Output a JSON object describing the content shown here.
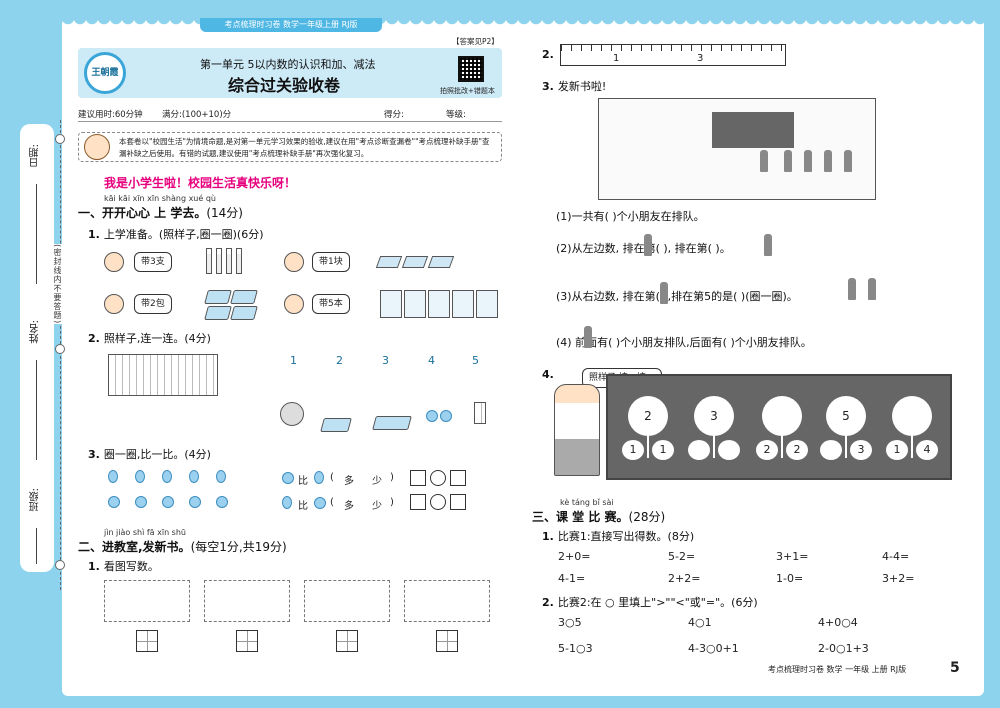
{
  "header": {
    "bar_text": "考点梳理时习卷  数学一年级上册  RJ版",
    "answer_tag": "【答案见P2】"
  },
  "logo": {
    "text": "王朝霞"
  },
  "title": {
    "unit": "第一单元    5以内数的认识和加、减法",
    "main": "综合过关验收卷"
  },
  "qr_label": "拍照批改+错题本",
  "meta": {
    "time": "建议用时:60分钟",
    "score_total": "满分:(100+10)分",
    "score": "得分:",
    "grade": "等级:"
  },
  "intro": "本套卷以\"校园生活\"为情境命题,是对第一单元学习效果的验收,建议在用\"考点诊断查漏卷\"\"考点梳理补缺手册\"查漏补缺之后使用。有错的试题,建议使用\"考点梳理补缺手册\"再次强化复习。",
  "binding": {
    "date": "日期:",
    "name": "姓名:",
    "class": "班级:",
    "cut_text": "(密封线内不要答题)"
  },
  "subheading": "我是小学生啦！校园生活真快乐呀！",
  "section1": {
    "pinyin": "kāi kāi xīn xīn shàng xué qù",
    "label": "一、开开心心 上 学去。",
    "score": "(14分)"
  },
  "q1_1": {
    "num": "1.",
    "text": "上学准备。(照样子,圈一圈)(6分)"
  },
  "bubbles": [
    "带3支",
    "带1块",
    "带2包",
    "带5本"
  ],
  "q1_2": {
    "num": "2.",
    "text": "照样子,连一连。(4分)",
    "numbers": [
      "1",
      "2",
      "3",
      "4",
      "5"
    ]
  },
  "q1_3": {
    "num": "3.",
    "text": "圈一圈,比一比。(4分)",
    "compare": [
      "比",
      "(",
      "多",
      "少",
      ")"
    ]
  },
  "section2": {
    "pinyin": "jìn jiào shì  fā xīn shū",
    "label": "二、进教室,发新书。",
    "score": "(每空1分,共19分)"
  },
  "q2_1": {
    "num": "1.",
    "text": "看图写数。"
  },
  "q2_2": {
    "num": "2.",
    "ruler_marks": [
      "1",
      "3"
    ]
  },
  "q2_3": {
    "num": "3.",
    "text": "发新书啦!",
    "lines": [
      "(1)一共有(        )个小朋友在排队。",
      "(2)从左边数,        排在第(        ),        排在第(        )。",
      "(3)从右边数,    排在第(        ),排在第5的是(        )(圈一圈)。",
      "(4)        前面有(        )个小朋友排队,后面有(        )个小朋友排队。"
    ]
  },
  "q2_4": {
    "num": "4.",
    "bubble": "照样子,填一填。",
    "flowers": [
      {
        "top": "2",
        "left": "1",
        "right": "1"
      },
      {
        "top": "3",
        "left": "",
        "right": ""
      },
      {
        "top": "",
        "left": "2",
        "right": "2"
      },
      {
        "top": "5",
        "left": "",
        "right": "3"
      },
      {
        "top": "",
        "left": "1",
        "right": "4"
      }
    ]
  },
  "section3": {
    "pinyin": "kè táng bǐ sài",
    "label": "三、课 堂 比 赛。",
    "score": "(28分)"
  },
  "q3_1": {
    "num": "1.",
    "text": "比赛1:直接写出得数。(8分)",
    "items": [
      "2+0=",
      "5-2=",
      "3+1=",
      "4-4=",
      "4-1=",
      "2+2=",
      "1-0=",
      "3+2="
    ]
  },
  "q3_2": {
    "num": "2.",
    "text": "比赛2:在 ○ 里填上\">\"\"<\"或\"=\"。(6分)",
    "items": [
      "3○5",
      "4○1",
      "4+0○4",
      "5-1○3",
      "4-3○0+1",
      "2-0○1+3"
    ]
  },
  "footer": {
    "text": "考点梳理时习卷  数学  一年级  上册  RJ版",
    "page": "5"
  },
  "colors": {
    "accent": "#4fb7e3",
    "background": "#8ed3ee",
    "highlight": "#e6007e"
  }
}
